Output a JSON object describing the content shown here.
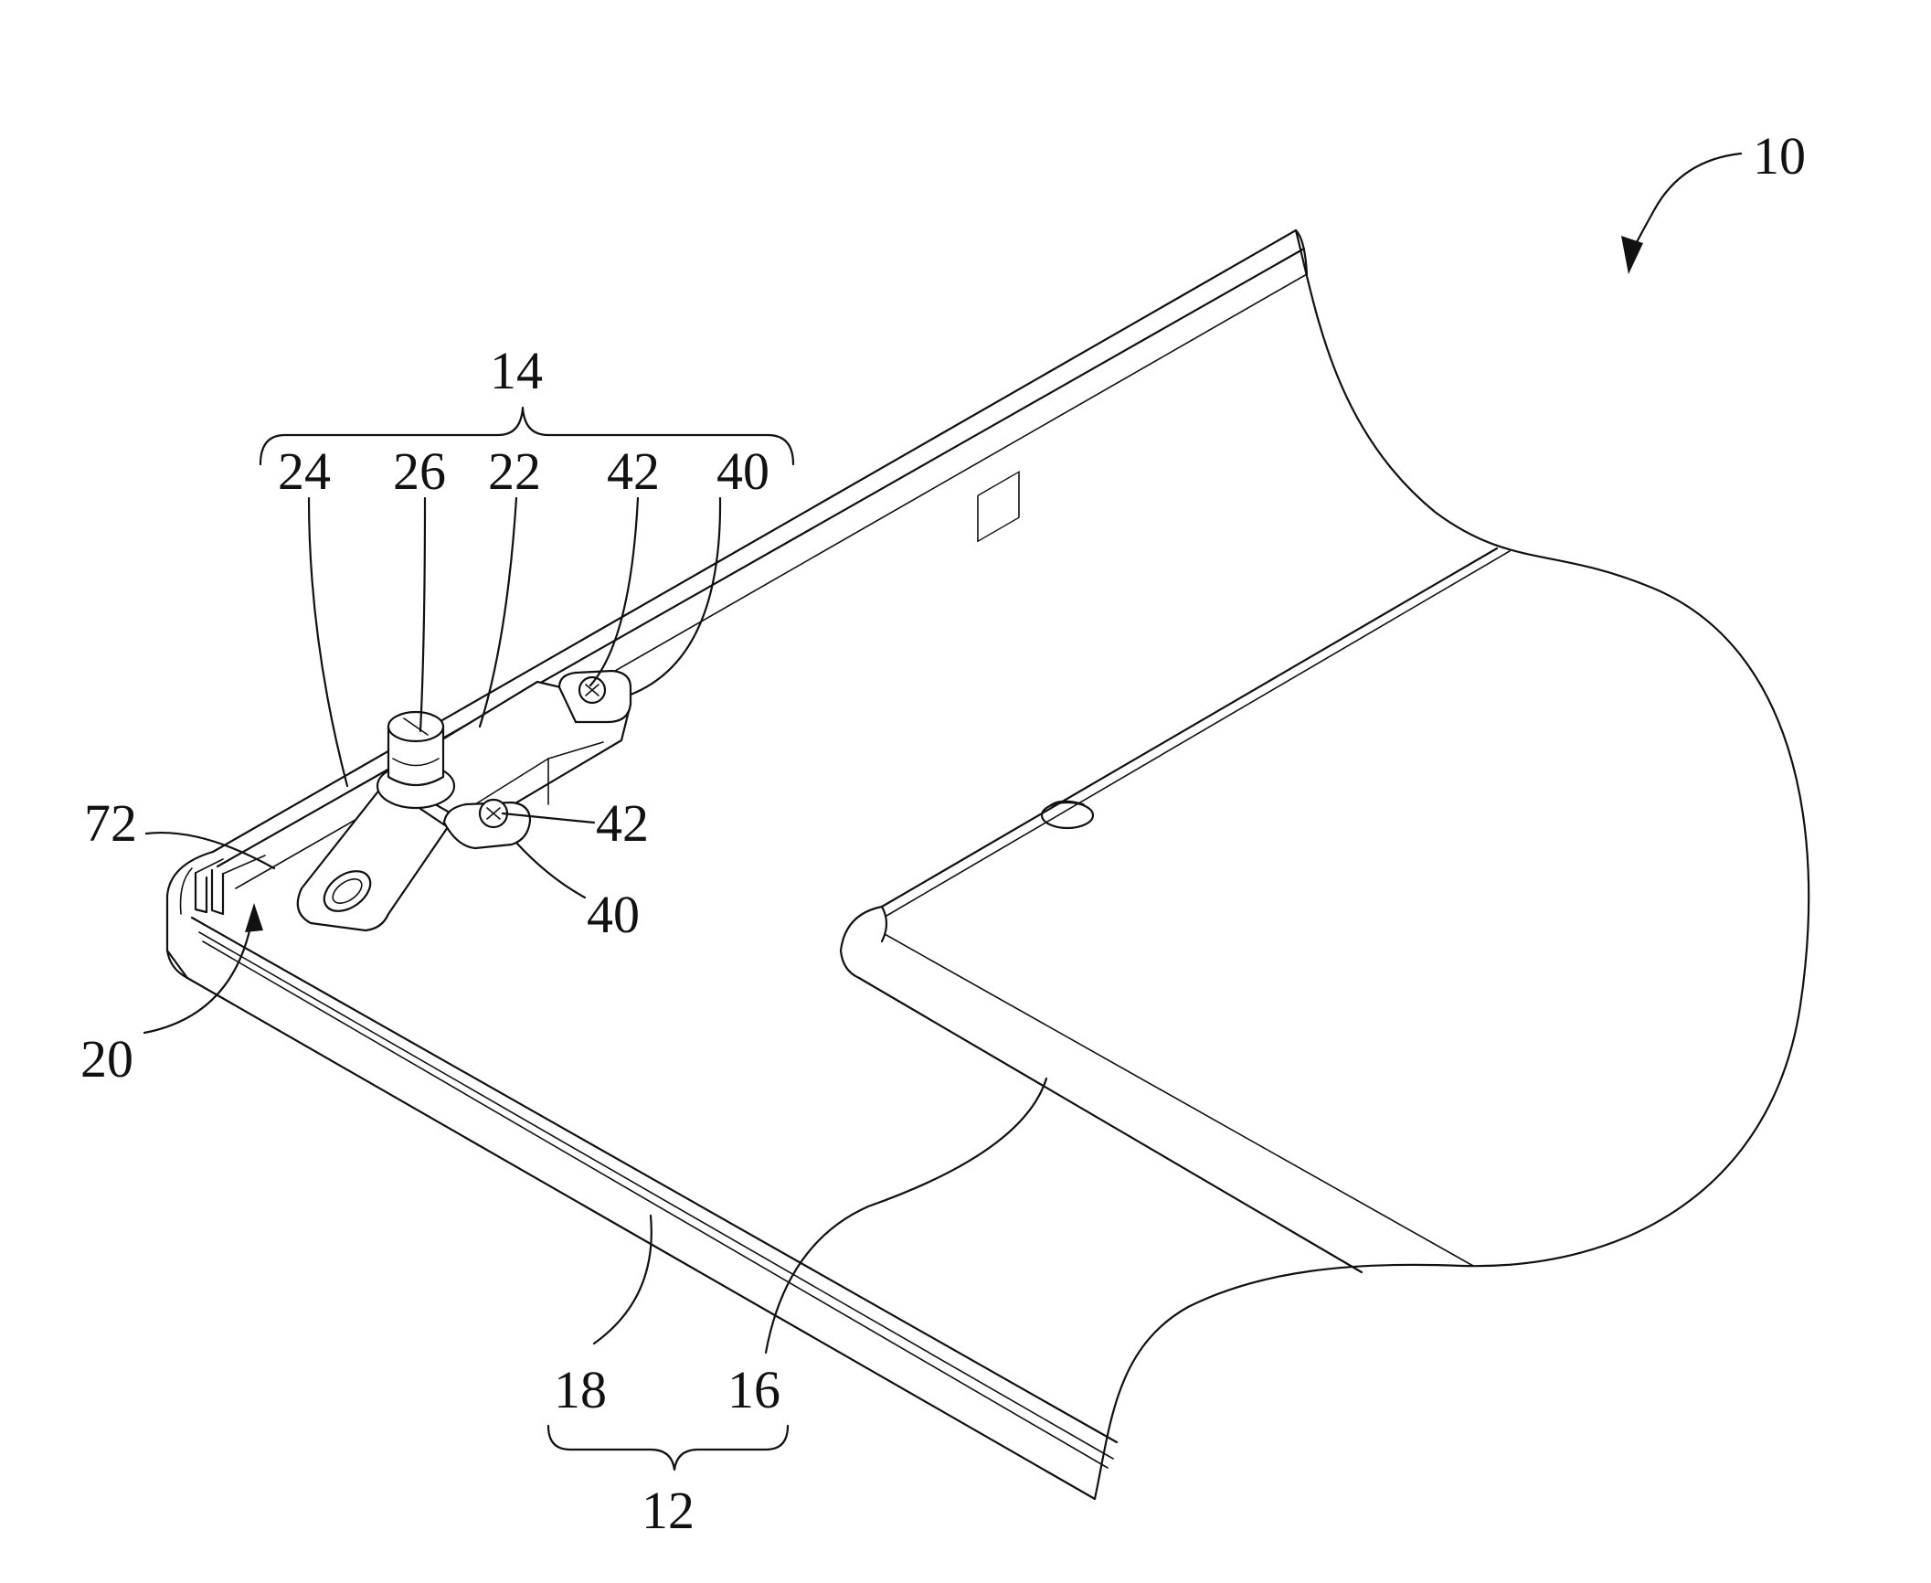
{
  "labels": {
    "device": "10",
    "housing": "12",
    "bracket_assembly": "14",
    "panel": "16",
    "frame": "18",
    "corner": "20",
    "bracket": "22",
    "arm": "24",
    "knob": "26",
    "tab_upper": "40",
    "tab_lower": "40",
    "screw_upper": "42",
    "screw_lower": "42",
    "slot_edge": "72"
  },
  "colors": {
    "line": "#111111",
    "background": "#ffffff"
  }
}
